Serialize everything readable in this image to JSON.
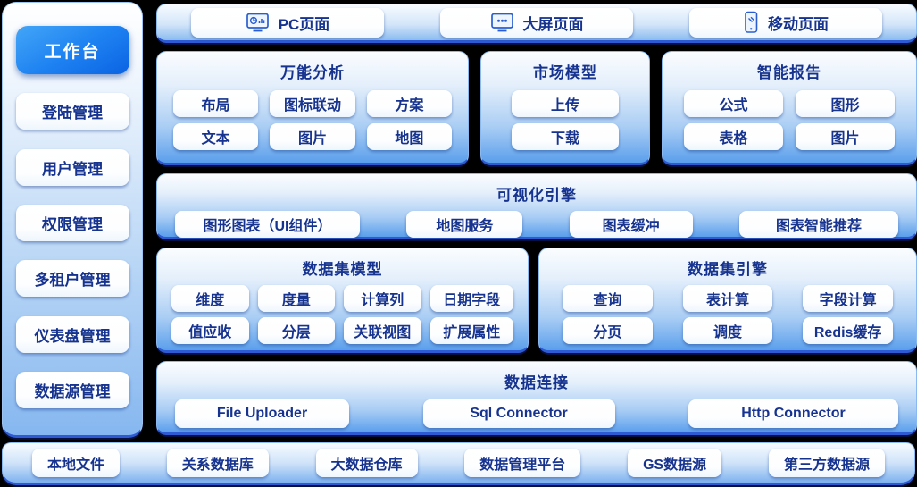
{
  "theme": {
    "accent_blue": "#1677e8",
    "navy_text": "#16338f",
    "panel_edge_blue": "#2e5bd4",
    "background": "#000000"
  },
  "sidebar": {
    "items": [
      {
        "label": "工作台",
        "active": true
      },
      {
        "label": "登陆管理",
        "active": false
      },
      {
        "label": "用户管理",
        "active": false
      },
      {
        "label": "权限管理",
        "active": false
      },
      {
        "label": "多租户管理",
        "active": false
      },
      {
        "label": "仪表盘管理",
        "active": false
      },
      {
        "label": "数据源管理",
        "active": false
      }
    ]
  },
  "top_bar": {
    "items": [
      {
        "icon": "pc-monitor-chart-icon",
        "label": "PC页面"
      },
      {
        "icon": "screen-dots-icon",
        "label": "大屏页面"
      },
      {
        "icon": "smartphone-icon",
        "label": "移动页面"
      }
    ]
  },
  "panels": {
    "universal_analysis": {
      "title": "万能分析",
      "buttons": [
        "布局",
        "图标联动",
        "方案",
        "文本",
        "图片",
        "地图"
      ]
    },
    "market_model": {
      "title": "市场模型",
      "buttons": [
        "上传",
        "下载"
      ]
    },
    "smart_report": {
      "title": "智能报告",
      "buttons": [
        "公式",
        "图形",
        "表格",
        "图片"
      ]
    },
    "visual_engine": {
      "title": "可视化引擎",
      "buttons": [
        "图形图表（UI组件）",
        "地图服务",
        "图表缓冲",
        "图表智能推荐"
      ]
    },
    "dataset_model": {
      "title": "数据集模型",
      "buttons": [
        "维度",
        "度量",
        "计算列",
        "日期字段",
        "值应收",
        "分层",
        "关联视图",
        "扩展属性"
      ]
    },
    "dataset_engine": {
      "title": "数据集引擎",
      "buttons": [
        "查询",
        "表计算",
        "字段计算",
        "分页",
        "调度",
        "Redis缓存"
      ]
    },
    "data_connect": {
      "title": "数据连接",
      "buttons": [
        "File Uploader",
        "Sql Connector",
        "Http Connector"
      ]
    }
  },
  "data_sources": {
    "buttons": [
      "本地文件",
      "关系数据库",
      "大数据仓库",
      "数据管理平台",
      "GS数据源",
      "第三方数据源"
    ]
  }
}
